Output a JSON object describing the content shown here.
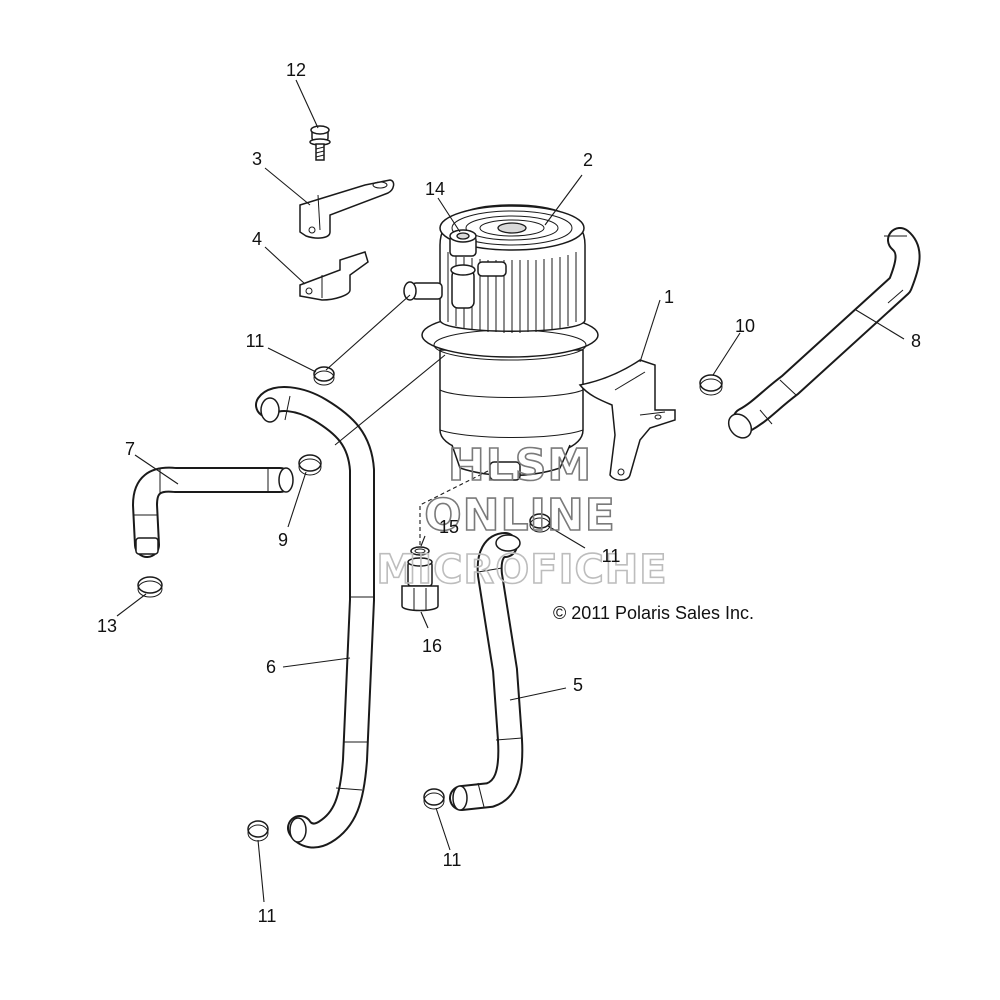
{
  "parts": [
    {
      "number": "1",
      "name_icon": "mounting-bracket"
    },
    {
      "number": "2",
      "name_icon": "fuel-filter-housing"
    },
    {
      "number": "3",
      "name_icon": "upper-bracket"
    },
    {
      "number": "4",
      "name_icon": "lower-bracket"
    },
    {
      "number": "5",
      "name_icon": "hose"
    },
    {
      "number": "6",
      "name_icon": "hose"
    },
    {
      "number": "7",
      "name_icon": "hose"
    },
    {
      "number": "8",
      "name_icon": "hose"
    },
    {
      "number": "9",
      "name_icon": "hose-clamp"
    },
    {
      "number": "10",
      "name_icon": "hose-clamp"
    },
    {
      "number": "11",
      "name_icon": "hose-clamp"
    },
    {
      "number": "12",
      "name_icon": "bolt"
    },
    {
      "number": "13",
      "name_icon": "hose-clamp"
    },
    {
      "number": "14",
      "name_icon": "cap"
    },
    {
      "number": "15",
      "name_icon": "o-ring"
    },
    {
      "number": "16",
      "name_icon": "fitting"
    }
  ],
  "labels": {
    "l1": "1",
    "l2": "2",
    "l3": "3",
    "l4": "4",
    "l5": "5",
    "l6": "6",
    "l7": "7",
    "l8": "8",
    "l9": "9",
    "l10": "10",
    "l11a": "11",
    "l11b": "11",
    "l11c": "11",
    "l11d": "11",
    "l12": "12",
    "l13": "13",
    "l14": "14",
    "l15": "15",
    "l16": "16"
  },
  "copyright": "© 2011 Polaris Sales Inc.",
  "watermark": {
    "line1": "HLSM",
    "line2": "ONLINE",
    "line3": "MICROFICHE"
  },
  "colors": {
    "line": "#1a1a1a",
    "background": "#ffffff",
    "watermark": "#7a7a7a"
  }
}
